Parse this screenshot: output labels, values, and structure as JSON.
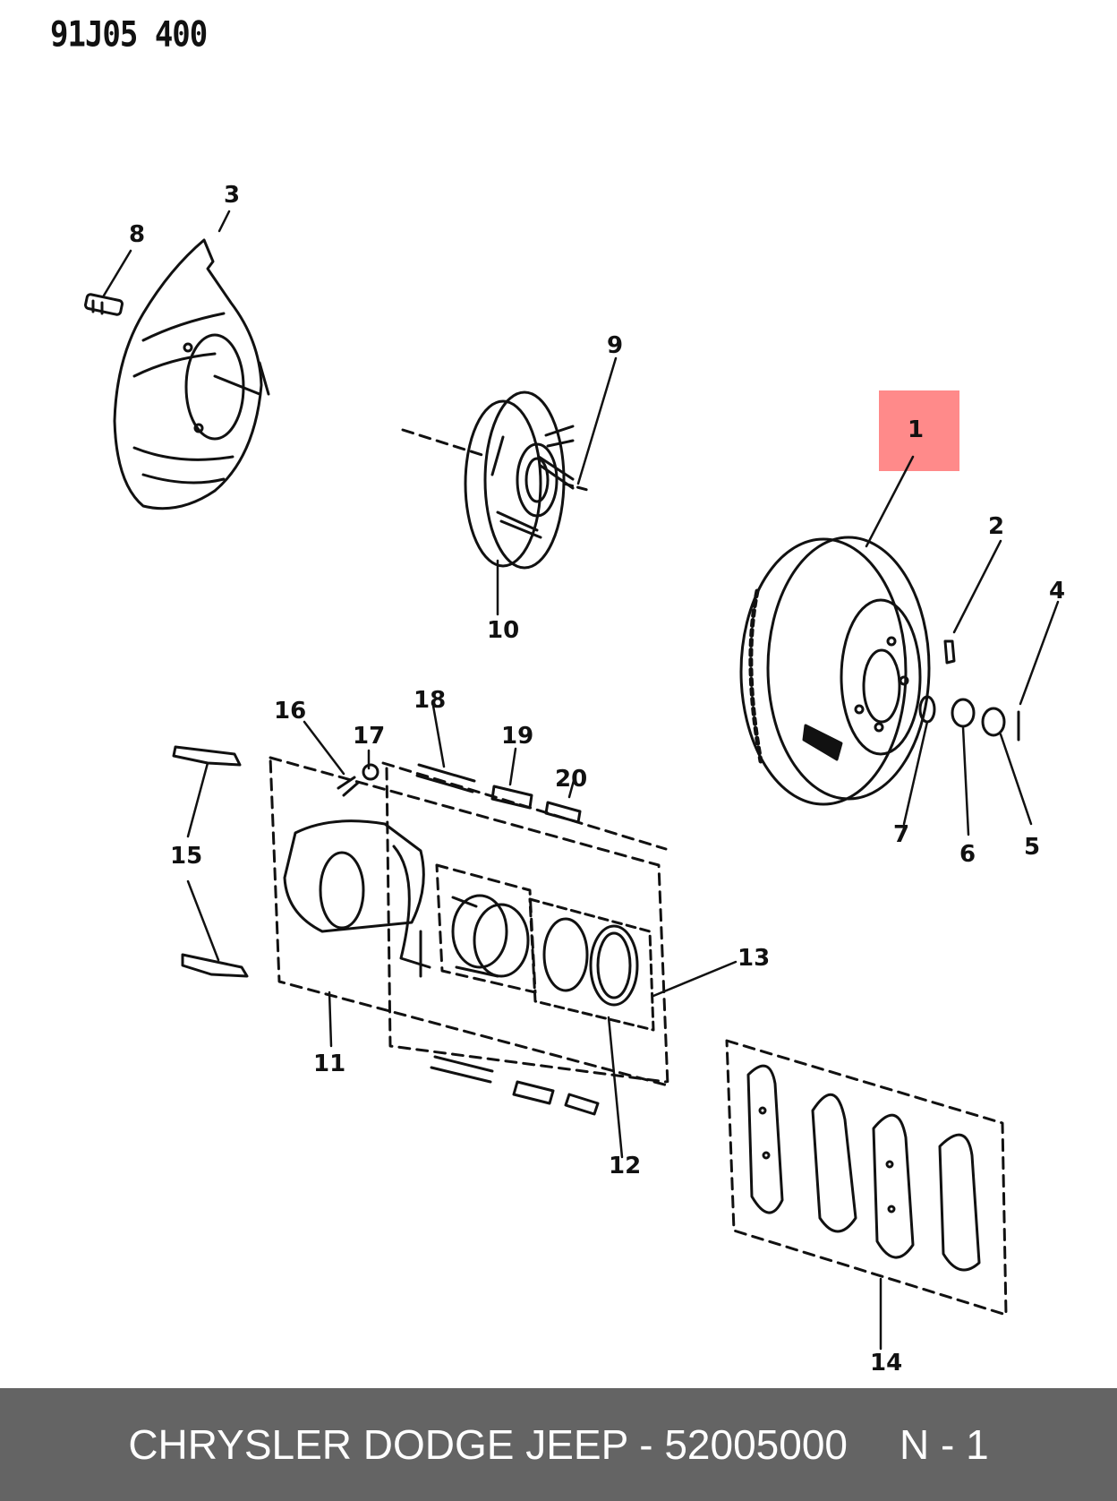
{
  "diagram_code": "91J05 400",
  "callouts": [
    "1",
    "2",
    "3",
    "4",
    "5",
    "6",
    "7",
    "8",
    "9",
    "10",
    "11",
    "12",
    "13",
    "14",
    "15",
    "16",
    "17",
    "18",
    "19",
    "20"
  ],
  "highlight_callout": "1",
  "highlight_color": "#ff8a8a",
  "footer": {
    "brand": "CHRYSLER DODGE JEEP - 52005000",
    "page": "N - 1"
  },
  "colors": {
    "footer_bg": "#646464",
    "ink": "#111111"
  }
}
